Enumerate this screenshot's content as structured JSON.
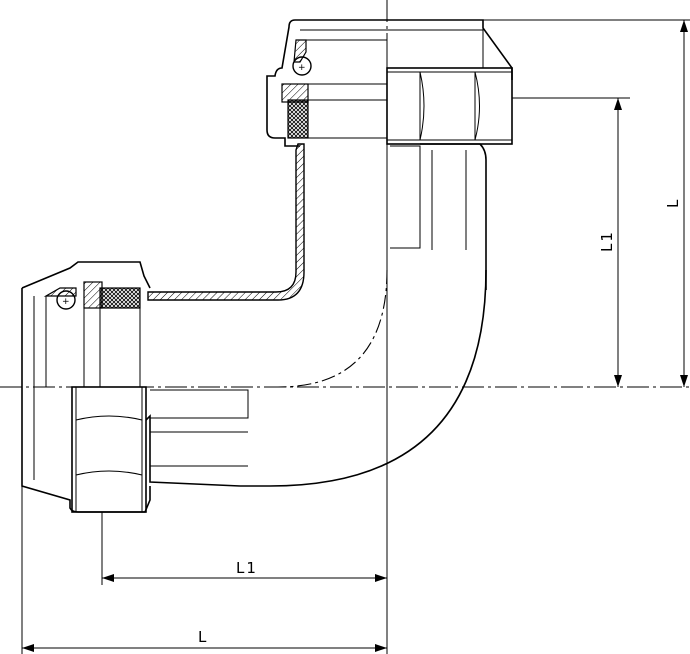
{
  "dimensions": {
    "horizontal_L": "L",
    "horizontal_L1": "L1",
    "vertical_L": "L",
    "vertical_L1": "L1"
  },
  "parts": {
    "upper_fitting": "compression-nut-vertical",
    "left_fitting": "compression-nut-horizontal",
    "elbow": "90-degree-elbow-body",
    "seal": "cross-hatched-sealing-ring",
    "ball": "retaining-ball"
  }
}
